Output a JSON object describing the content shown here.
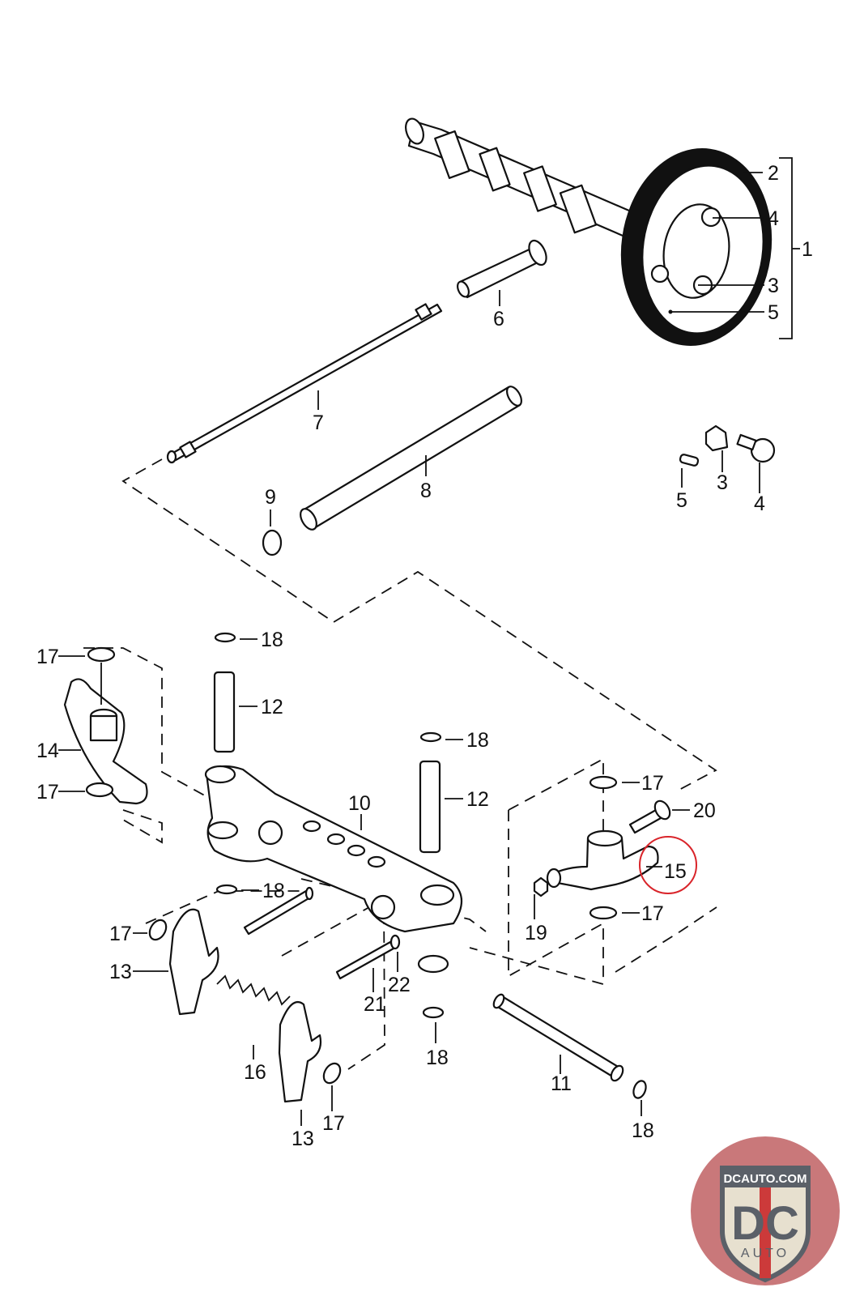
{
  "diagram": {
    "type": "exploded-parts-diagram",
    "subject": "camshaft, pushrod and rocker arm assembly",
    "highlight_color": "#d9242a",
    "highlighted_part": "15",
    "callouts": [
      {
        "id": "c1",
        "label": "1",
        "part": "camshaft with gear (assembly)"
      },
      {
        "id": "c2",
        "label": "2",
        "part": "camshaft gear"
      },
      {
        "id": "c3a",
        "label": "3",
        "part": "lock plate"
      },
      {
        "id": "c4a",
        "label": "4",
        "part": "bolt"
      },
      {
        "id": "c5a",
        "label": "5",
        "part": "woodruff key"
      },
      {
        "id": "c6",
        "label": "6",
        "part": "cam follower"
      },
      {
        "id": "c7",
        "label": "7",
        "part": "pushrod"
      },
      {
        "id": "c8",
        "label": "8",
        "part": "pushrod tube"
      },
      {
        "id": "c9",
        "label": "9",
        "part": "sealing ring"
      },
      {
        "id": "c3b",
        "label": "3",
        "part": "lock plate"
      },
      {
        "id": "c4b",
        "label": "4",
        "part": "bolt"
      },
      {
        "id": "c5b",
        "label": "5",
        "part": "woodruff key"
      },
      {
        "id": "c17a",
        "label": "17",
        "part": "washer"
      },
      {
        "id": "c18a",
        "label": "18",
        "part": "circlip"
      },
      {
        "id": "c12a",
        "label": "12",
        "part": "rocker shaft pin"
      },
      {
        "id": "c14",
        "label": "14",
        "part": "rocker arm"
      },
      {
        "id": "c17b",
        "label": "17",
        "part": "washer"
      },
      {
        "id": "c10",
        "label": "10",
        "part": "rocker arm support"
      },
      {
        "id": "c18b",
        "label": "18",
        "part": "circlip"
      },
      {
        "id": "c12b",
        "label": "12",
        "part": "rocker shaft pin"
      },
      {
        "id": "c17c",
        "label": "17",
        "part": "washer"
      },
      {
        "id": "c20",
        "label": "20",
        "part": "adjusting screw"
      },
      {
        "id": "c15",
        "label": "15",
        "part": "rocker arm"
      },
      {
        "id": "c18c",
        "label": "18",
        "part": "circlip"
      },
      {
        "id": "c19",
        "label": "19",
        "part": "nut"
      },
      {
        "id": "c17d",
        "label": "17",
        "part": "washer"
      },
      {
        "id": "c17e",
        "label": "17",
        "part": "washer"
      },
      {
        "id": "c13a",
        "label": "13",
        "part": "rocker arm"
      },
      {
        "id": "c21",
        "label": "21",
        "part": "bolt"
      },
      {
        "id": "c22",
        "label": "22",
        "part": "washer"
      },
      {
        "id": "c18d",
        "label": "18",
        "part": "circlip"
      },
      {
        "id": "c16",
        "label": "16",
        "part": "spring"
      },
      {
        "id": "c11",
        "label": "11",
        "part": "rocker shaft"
      },
      {
        "id": "c18e",
        "label": "18",
        "part": "circlip"
      },
      {
        "id": "c17f",
        "label": "17",
        "part": "washer"
      },
      {
        "id": "c13b",
        "label": "13",
        "part": "rocker arm"
      }
    ]
  },
  "watermark": {
    "top_text": "DCAUTO.COM",
    "logo_text": "DC",
    "bottom_text": "AUTO",
    "colors": {
      "red": "#cc3a3a",
      "slate": "#5b6068",
      "cream": "#e7e0cf",
      "bg": "#c9787a"
    }
  }
}
